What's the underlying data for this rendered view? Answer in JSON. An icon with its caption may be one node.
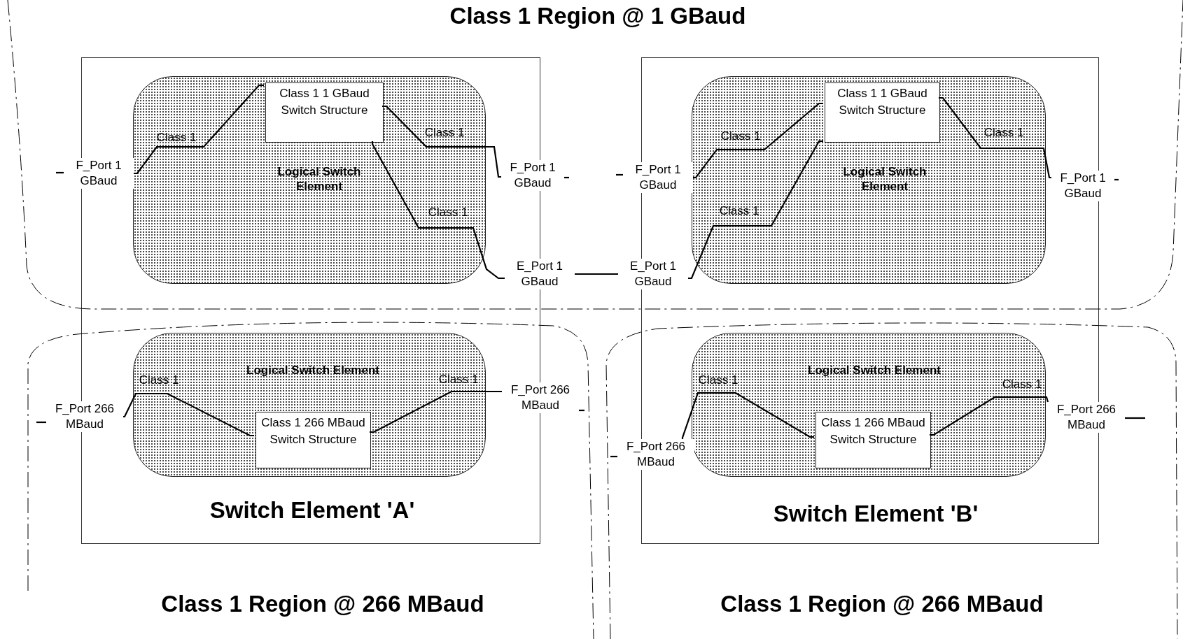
{
  "diagram": {
    "title": "Class 1 Region @ 1 GBaud",
    "nodes": [
      {
        "text": [
          "Switch Element 'A'"
        ]
      },
      {
        "text": [
          "Logical Switch Element"
        ],
        "in": 0
      },
      {
        "text": [
          "Class 1 1 GBaud Switch Structure"
        ],
        "in": 1
      },
      {
        "text": [
          "Logical Switch Element"
        ],
        "in": 0
      },
      {
        "text": [
          "Class 1 266 MBaud Switch Structure"
        ],
        "in": 3
      },
      {
        "text": [
          "Switch Element 'B'"
        ]
      },
      {
        "text": [
          "Logical Switch Element"
        ],
        "in": 5
      },
      {
        "text": [
          "Class 1 1 GBaud Switch Structure"
        ],
        "in": 6
      },
      {
        "text": [
          "Logical Switch Element"
        ],
        "in": 5
      },
      {
        "text": [
          "Class 1 266 MBaud Switch Structure"
        ],
        "in": 8
      },
      {
        "text": [
          "F_Port 1 GBaud"
        ]
      },
      {
        "text": [
          "F_Port 1 GBaud"
        ]
      },
      {
        "text": [
          "E_Port 1 GBaud"
        ]
      },
      {
        "text": [
          "F_Port 266 MBaud"
        ]
      },
      {
        "text": [
          "F_Port 266 MBaud"
        ]
      },
      {
        "text": [
          "F_Port 1 GBaud"
        ]
      },
      {
        "text": [
          "F_Port 1 GBaud"
        ]
      },
      {
        "text": [
          "E_Port 1 GBaud"
        ]
      },
      {
        "text": [
          "F_Port 266 MBaud"
        ]
      },
      {
        "text": [
          "F_Port 266 MBaud"
        ]
      }
    ],
    "edges": [
      {
        "from": 2,
        "to": 10,
        "arrow": "none",
        "label": "Class 1"
      },
      {
        "from": 2,
        "to": 11,
        "arrow": "none",
        "label": "Class 1"
      },
      {
        "from": 2,
        "to": 12,
        "arrow": "none",
        "label": "Class 1"
      },
      {
        "from": 12,
        "to": 17,
        "arrow": "none"
      },
      {
        "from": 7,
        "to": 15,
        "arrow": "none",
        "label": "Class 1"
      },
      {
        "from": 7,
        "to": 16,
        "arrow": "none",
        "label": "Class 1"
      },
      {
        "from": 7,
        "to": 17,
        "arrow": "none",
        "label": "Class 1"
      },
      {
        "from": 4,
        "to": 13,
        "arrow": "none",
        "label": "Class 1"
      },
      {
        "from": 4,
        "to": 14,
        "arrow": "none",
        "label": "Class 1"
      },
      {
        "from": 9,
        "to": 18,
        "arrow": "none",
        "label": "Class 1"
      },
      {
        "from": 9,
        "to": 19,
        "arrow": "none",
        "label": "Class 1"
      },
      {
        "from": 10,
        "to": null,
        "arrow": "none"
      },
      {
        "from": 11,
        "to": null,
        "arrow": "none"
      },
      {
        "from": 15,
        "to": null,
        "arrow": "none"
      },
      {
        "from": 16,
        "to": null,
        "arrow": "none"
      },
      {
        "from": 13,
        "to": null,
        "arrow": "none"
      },
      {
        "from": 14,
        "to": null,
        "arrow": "none"
      },
      {
        "from": 18,
        "to": null,
        "arrow": "none"
      },
      {
        "from": 19,
        "to": null,
        "arrow": "none"
      }
    ],
    "labels": [
      "Class 1 Region @ 266 MBaud",
      "Class 1 Region @ 266 MBaud"
    ]
  }
}
